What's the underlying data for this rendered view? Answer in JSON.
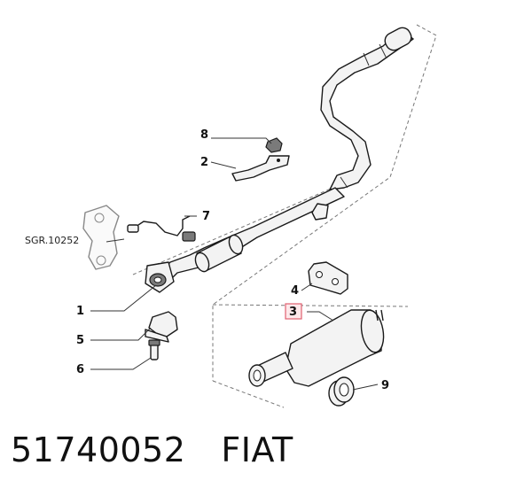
{
  "callouts": {
    "c1": "1",
    "c2": "2",
    "c3": "3",
    "c4": "4",
    "c5": "5",
    "c6": "6",
    "c7": "7",
    "c8": "8",
    "c9": "9"
  },
  "reference_label": "SGR.10252",
  "highlighted_callout": "3",
  "footer": {
    "part_number": "51740052",
    "brand": "FIAT"
  },
  "colors": {
    "highlight_fill": "#fde8ea",
    "highlight_border": "#e06070"
  }
}
